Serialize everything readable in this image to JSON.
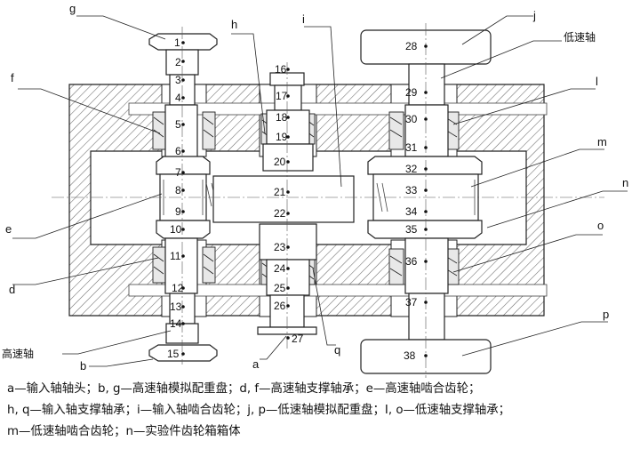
{
  "labels": {
    "a": "a",
    "b": "b",
    "d": "d",
    "e": "e",
    "f": "f",
    "g": "g",
    "h": "h",
    "i": "i",
    "j": "j",
    "l": "l",
    "m": "m",
    "n": "n",
    "o": "o",
    "p": "p",
    "q": "q"
  },
  "shaft_names": {
    "high_speed": "高速轴",
    "low_speed": "低速轴"
  },
  "node_numbers": {
    "left": [
      "1",
      "2",
      "3",
      "4",
      "5",
      "6",
      "7",
      "8",
      "9",
      "10",
      "11",
      "12",
      "13",
      "14",
      "15"
    ],
    "middle": [
      "16",
      "17",
      "18",
      "19",
      "20",
      "21",
      "22",
      "23",
      "24",
      "25",
      "26",
      "27"
    ],
    "right": [
      "28",
      "29",
      "30",
      "31",
      "32",
      "33",
      "34",
      "35",
      "36",
      "37",
      "38"
    ]
  },
  "legend": [
    "a—输入轴轴头；b, g—高速轴模拟配重盘；d, f—高速轴支撑轴承；e—高速轴啮合齿轮；",
    "h, q—输入轴支撑轴承；i—输入轴啮合齿轮；j, p—低速轴模拟配重盘；I, o—低速轴支撑轴承；",
    "m—低速轴啮合齿轮；n—实验件齿轮箱箱体"
  ]
}
